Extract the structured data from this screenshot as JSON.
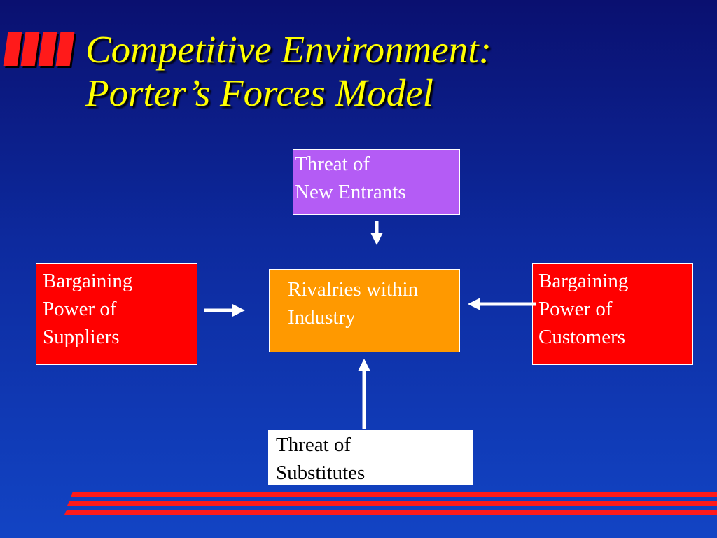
{
  "title": {
    "line1": "Competitive Environment:",
    "line2": "Porter’s Forces Model"
  },
  "boxes": {
    "new_entrants": {
      "line1": "Threat of",
      "line2": "New Entrants",
      "color": "#b45cf5"
    },
    "suppliers": {
      "line1": "Bargaining",
      "line2": "Power of",
      "line3": "Suppliers",
      "color": "#ff0000"
    },
    "rivalries": {
      "line1": "Rivalries within",
      "line2": "Industry",
      "color": "#ff9900"
    },
    "customers": {
      "line1": "Bargaining",
      "line2": "Power of",
      "line3": "Customers",
      "color": "#ff0000"
    },
    "substitutes": {
      "line1": "Threat of",
      "line2": "Substitutes",
      "color": "#ffffff"
    }
  },
  "colors": {
    "title": "#ffff00",
    "accent": "#ff1a1a",
    "arrow": "#ffffff"
  }
}
